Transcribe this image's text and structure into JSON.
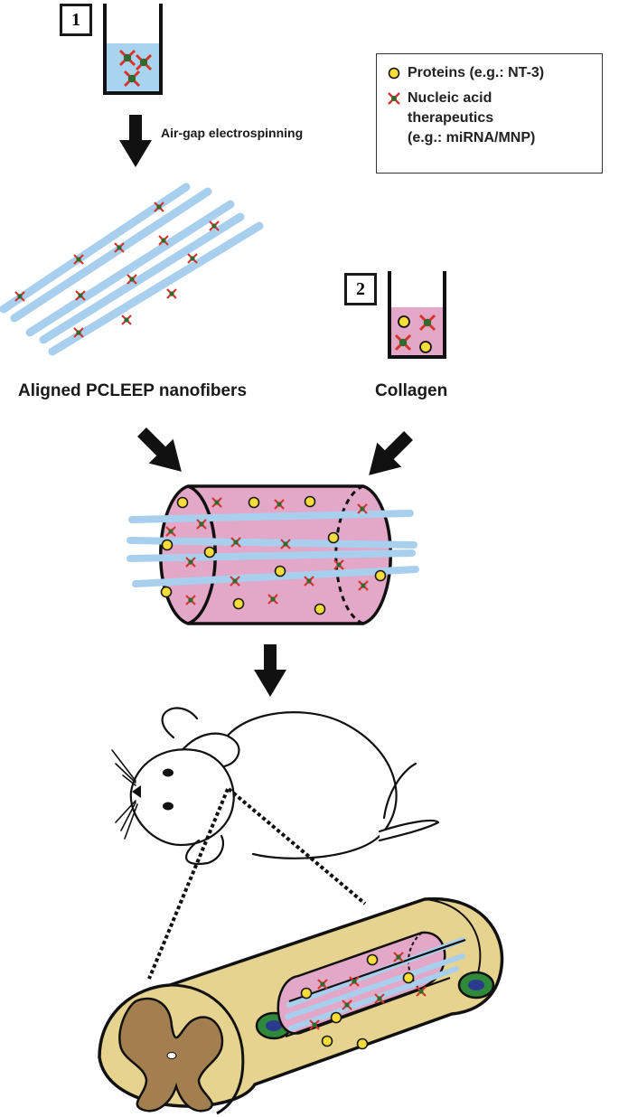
{
  "steps": {
    "step1": "1",
    "step2": "2"
  },
  "labels": {
    "process": "Air-gap electrospinning",
    "nanofibers": "Aligned PCLEEP nanofibers",
    "collagen": "Collagen"
  },
  "legend": {
    "proteins": "Proteins (e.g.: NT-3)",
    "nucleic_line1": "Nucleic acid",
    "nucleic_line2": "therapeutics",
    "nucleic_line3": "(e.g.: miRNA/MNP)"
  },
  "colors": {
    "fiber": "#a9cfee",
    "liquid_blue": "#a9d4f0",
    "collagen_pink": "#e3a7c8",
    "protein_yellow": "#f7dd3a",
    "nucleic_red": "#d7332a",
    "nucleic_green": "#2e6b2e",
    "spinal_tan": "#e6d390",
    "gray_matter": "#a37f4f",
    "vessel_green": "#2e8a3a",
    "vessel_blue": "#2a3a8c"
  }
}
